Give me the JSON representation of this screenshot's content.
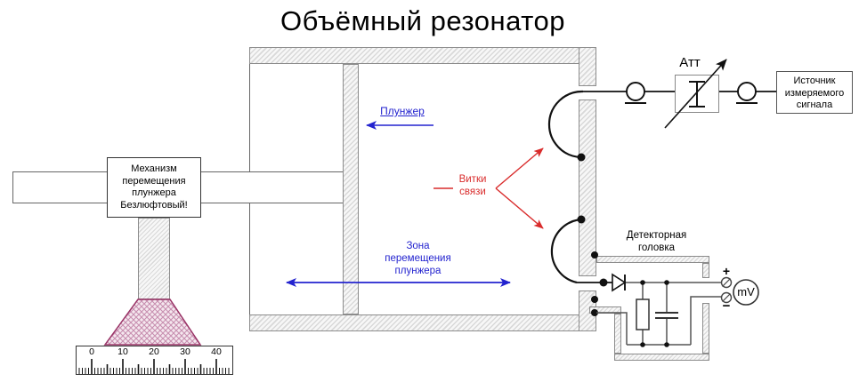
{
  "title": "Объёмный резонатор",
  "mechanism": {
    "lines": [
      "Механизм",
      "перемещения",
      "плунжера",
      "Безлюфтовый!"
    ]
  },
  "plunger_label": "Плунжер",
  "zone_label": {
    "lines": [
      "Зона",
      "перемещения",
      "плунжера"
    ]
  },
  "coupling_label": {
    "lines": [
      "Витки",
      "связи"
    ]
  },
  "attenuator_label": "Атт",
  "source_box": {
    "lines": [
      "Источник",
      "измеряемого",
      "сигнала"
    ]
  },
  "detector_label": {
    "lines": [
      "Детекторная",
      "головка"
    ]
  },
  "meter_label": "mV",
  "plus_label": "+",
  "minus_label": "−",
  "ruler": {
    "tick_labels": [
      "0",
      "10",
      "20",
      "30",
      "40"
    ]
  },
  "colors": {
    "blue": "#2323cf",
    "red": "#d92b2b",
    "wall_gray": "#8c8c8c",
    "pink_border": "#993366",
    "pink_fill": "#e9cfdd"
  }
}
